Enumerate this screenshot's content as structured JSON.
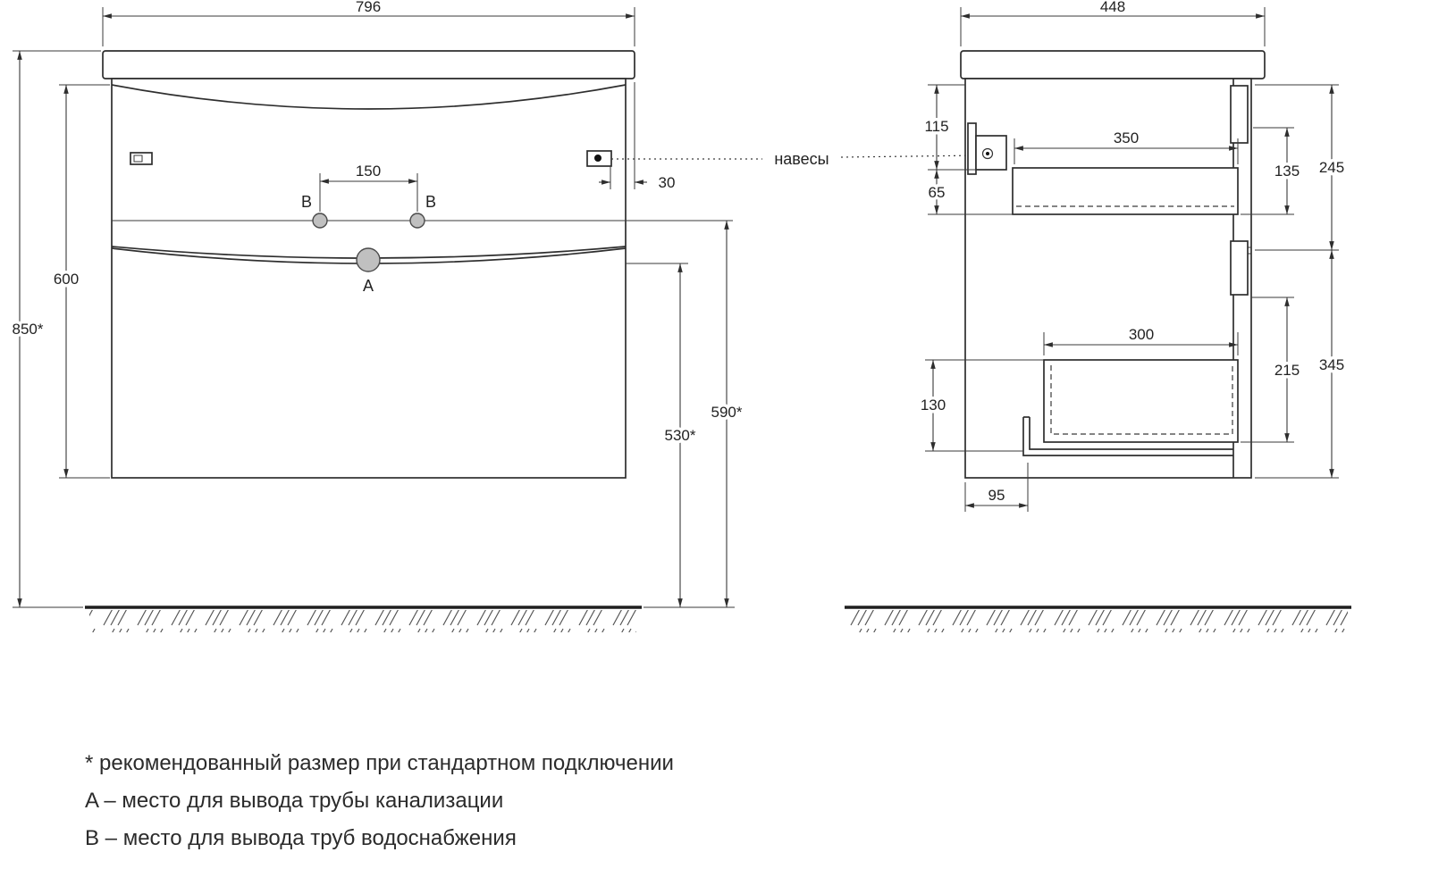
{
  "views": {
    "front": {
      "width": "796",
      "total_height": "850*",
      "cabinet_height": "600",
      "b_spacing": "150",
      "hanger_offset": "30",
      "a_height": "530*",
      "b_height": "590*",
      "point_a": "A",
      "point_b": "B"
    },
    "side": {
      "depth": "448",
      "top_clearance": "115",
      "hanger_gap": "65",
      "drawer1_width": "350",
      "drawer1_front": "135",
      "upper_section": "245",
      "drawer2_width": "300",
      "drawer2_front": "215",
      "lower_section": "345",
      "back_clearance": "130",
      "back_offset": "95"
    }
  },
  "callout": {
    "hangers": "навесы"
  },
  "legend": {
    "note": "* рекомендованный размер при стандартном подключении",
    "a": "A – место для вывода трубы канализации",
    "b": "B – место для вывода труб водоснабжения"
  }
}
